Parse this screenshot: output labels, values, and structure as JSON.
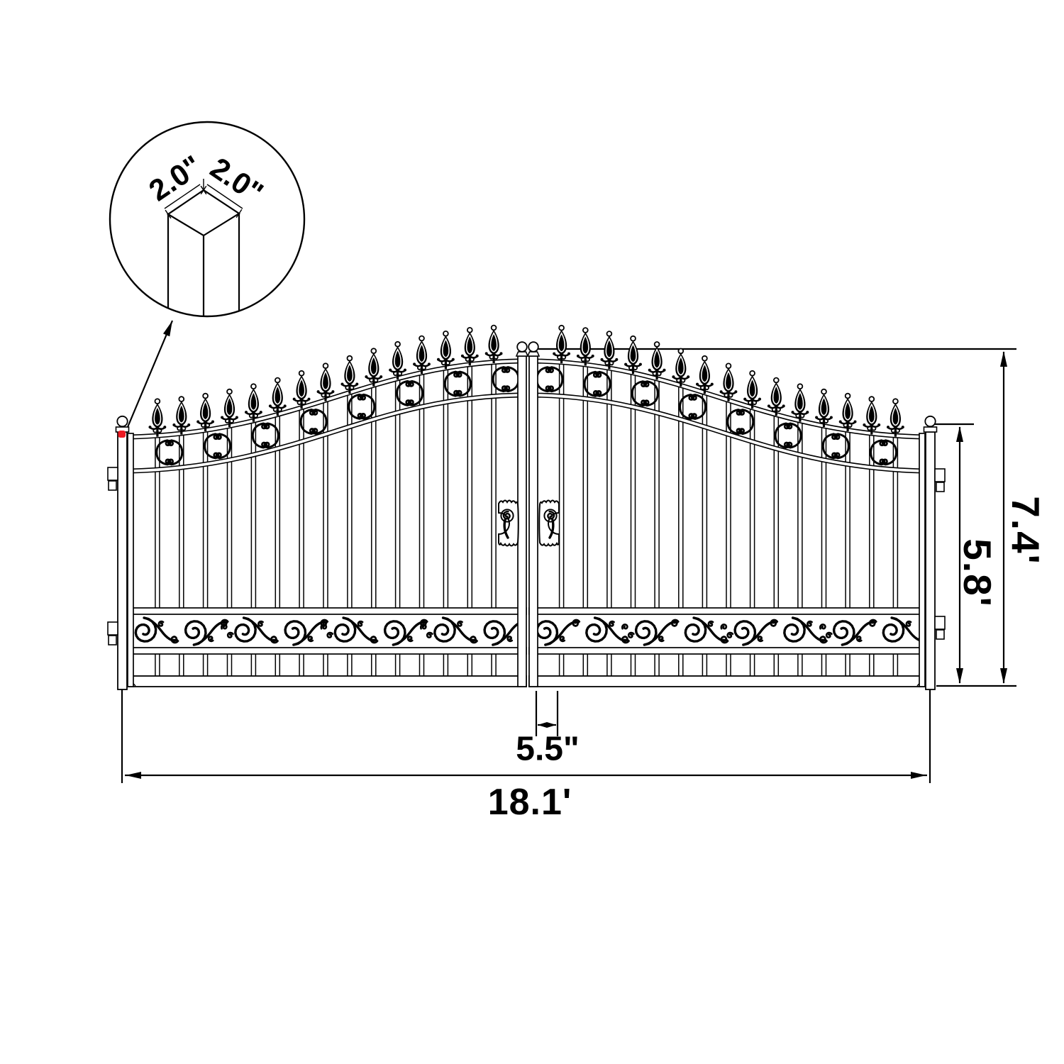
{
  "drawing": {
    "type": "dual-swing driveway gate technical dimension drawing",
    "colors": {
      "line": "#000000",
      "background": "#ffffff",
      "accent_red": "#ec1b23"
    }
  },
  "detail_callout": {
    "description": "square post cross-section detail",
    "left_label": "2.0\"",
    "right_label": "2.0\""
  },
  "dimensions": {
    "total_height": {
      "label": "7.4'"
    },
    "leaf_height": {
      "label": "5.8'"
    },
    "center_gap": {
      "label": "5.5\""
    },
    "total_width": {
      "label": "18.1'"
    }
  }
}
